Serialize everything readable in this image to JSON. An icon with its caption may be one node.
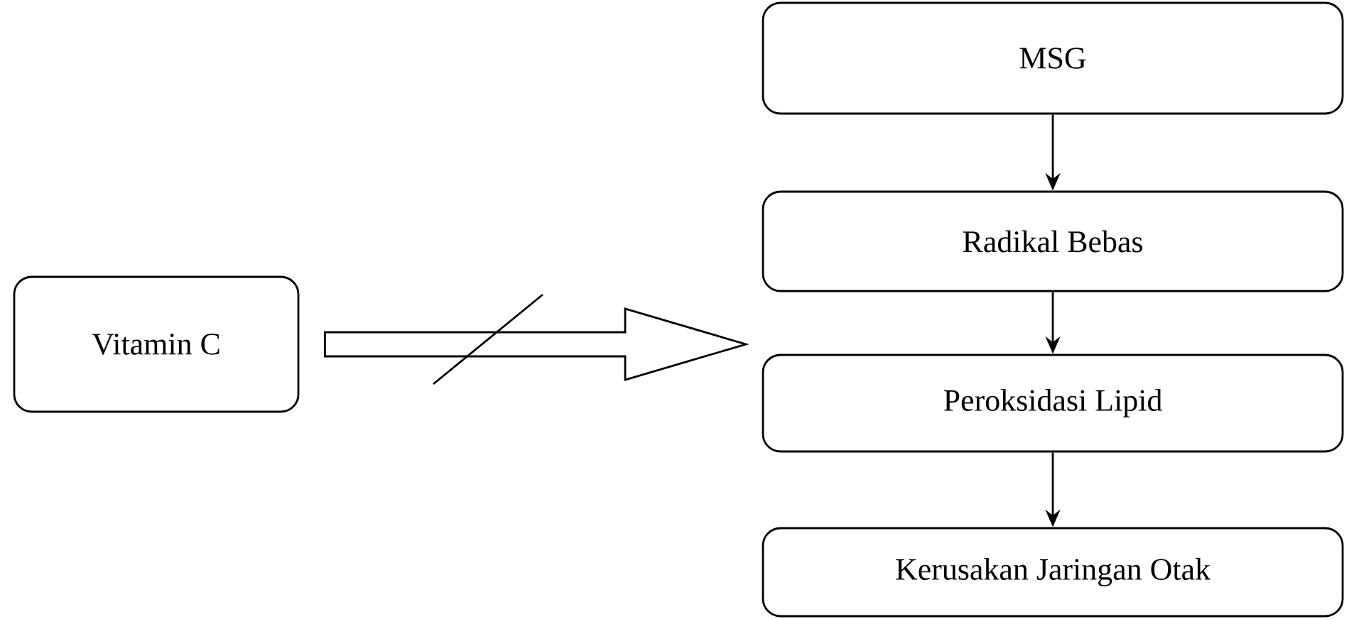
{
  "diagram": {
    "nodes": [
      {
        "text": [
          "Vitamin C"
        ]
      },
      {
        "text": [
          "MSG"
        ]
      },
      {
        "text": [
          "Radikal Bebas"
        ]
      },
      {
        "text": [
          "Peroksidasi Lipid"
        ]
      },
      {
        "text": [
          "Kerusakan Jaringan Otak"
        ]
      }
    ],
    "edges": [
      {
        "from": 0,
        "to": null,
        "arrow": "to"
      },
      {
        "from": 1,
        "to": 2,
        "arrow": "to"
      },
      {
        "from": 2,
        "to": 3,
        "arrow": "to"
      },
      {
        "from": 3,
        "to": 4,
        "arrow": "to"
      }
    ]
  }
}
